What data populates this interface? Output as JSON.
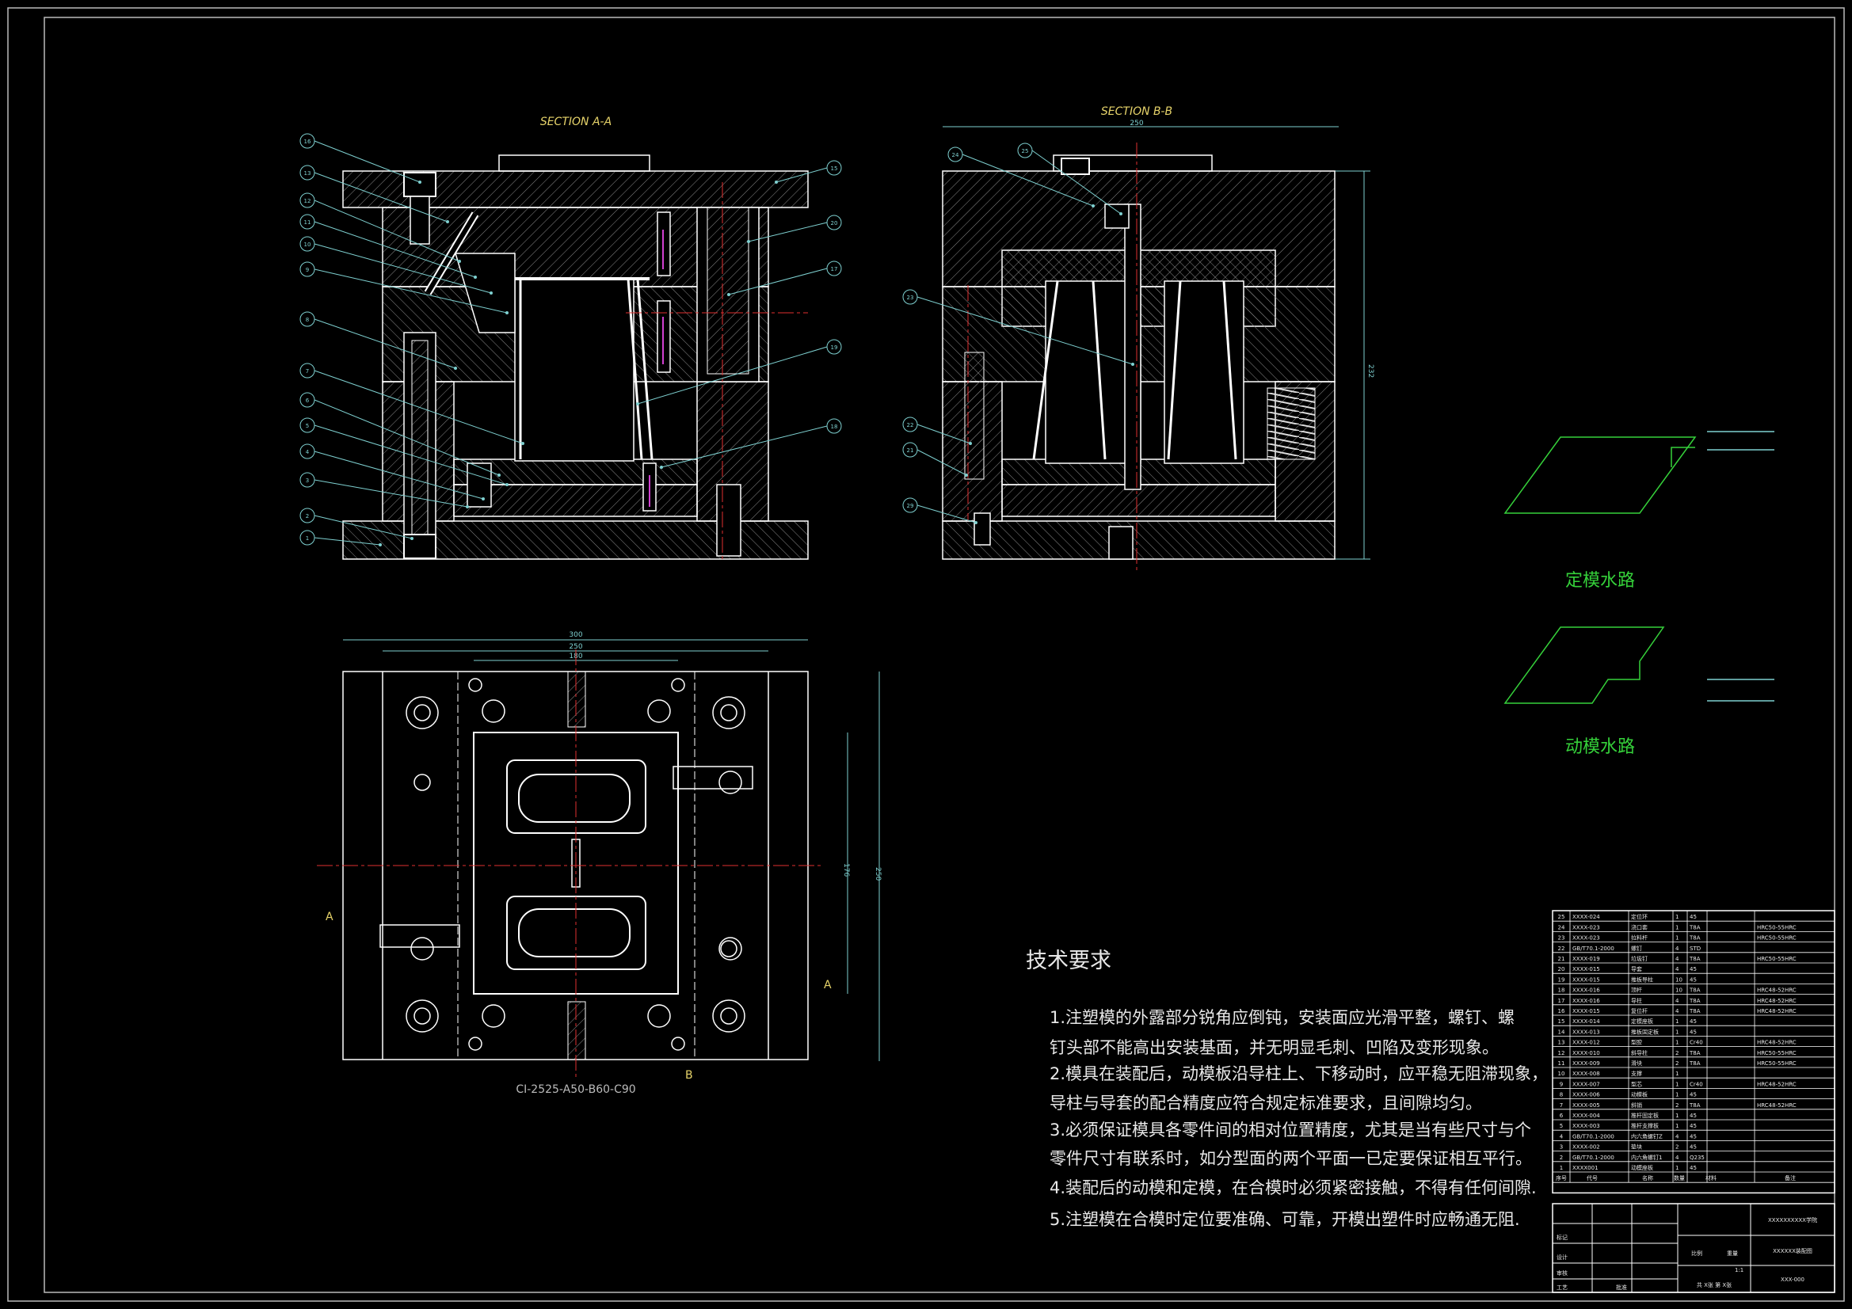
{
  "views": {
    "section_a": "SECTION A-A",
    "section_b": "SECTION B-B",
    "plan_code": "CI-2525-A50-B60-C90"
  },
  "dimensions": {
    "b_width": "250",
    "b_height": "232",
    "plan_width": "300",
    "plan_inner_width": "250",
    "plan_inner2": "180",
    "plan_height": "250",
    "plan_height2": "176"
  },
  "markers": {
    "a": "A",
    "b": "B"
  },
  "callouts_a": [
    "16",
    "13",
    "12",
    "11",
    "10",
    "9",
    "8",
    "7",
    "6",
    "5",
    "4",
    "3",
    "2",
    "1",
    "15",
    "20",
    "17",
    "19",
    "18"
  ],
  "callouts_b": [
    "24",
    "25",
    "23",
    "22",
    "21",
    "29"
  ],
  "water": {
    "fixed": "定模水路",
    "moving": "动模水路"
  },
  "tech": {
    "title": "技术要求",
    "lines": [
      "1.注塑模的外露部分锐角应倒钝，安装面应光滑平整，螺钉、螺",
      "   钉头部不能高出安装基面，并无明显毛刺、凹陷及变形现象。",
      "2.模具在装配后，动模板沿导柱上、下移动时，应平稳无阻滞现象，",
      "   导柱与导套的配合精度应符合规定标准要求，且间隙均匀。",
      "3.必须保证模具各零件间的相对位置精度，尤其是当有些尺寸与个",
      "   零件尺寸有联系时，如分型面的两个平面一已定要保证相互平行。",
      "4.装配后的动模和定模，在合模时必须紧密接触，不得有任何间隙.",
      "5.注塑模在合模时定位要准确、可靠，开模出塑件时应畅通无阻."
    ]
  },
  "bom": [
    [
      "25",
      "XXXX-024",
      "定位环",
      "1",
      "45",
      ""
    ],
    [
      "24",
      "XXXX-023",
      "浇口套",
      "1",
      "T8A",
      "HRC50-55HRC"
    ],
    [
      "23",
      "XXXX-023",
      "拉料杆",
      "1",
      "T8A",
      "HRC50-55HRC"
    ],
    [
      "22",
      "GB/T70.1-2000",
      "螺钉",
      "4",
      "STD",
      ""
    ],
    [
      "21",
      "XXXX-019",
      "垃圾钉",
      "4",
      "T8A",
      "HRC50-55HRC"
    ],
    [
      "20",
      "XXXX-015",
      "导套",
      "4",
      "45",
      ""
    ],
    [
      "19",
      "XXXX-015",
      "推板导柱",
      "10",
      "45",
      ""
    ],
    [
      "18",
      "XXXX-016",
      "顶杆",
      "10",
      "T8A",
      "HRC48-52HRC"
    ],
    [
      "17",
      "XXXX-016",
      "导柱",
      "4",
      "T8A",
      "HRC48-52HRC"
    ],
    [
      "16",
      "XXXX-015",
      "复位杆",
      "4",
      "T8A",
      "HRC48-52HRC"
    ],
    [
      "15",
      "XXXX-014",
      "定模座板",
      "1",
      "45",
      ""
    ],
    [
      "14",
      "XXXX-013",
      "推板固定板",
      "1",
      "45",
      ""
    ],
    [
      "13",
      "XXXX-012",
      "型腔",
      "1",
      "Cr40",
      "HRC48-52HRC"
    ],
    [
      "12",
      "XXXX-010",
      "斜导柱",
      "2",
      "T8A",
      "HRC50-55HRC"
    ],
    [
      "11",
      "XXXX-009",
      "滑块",
      "2",
      "T8A",
      "HRC50-55HRC"
    ],
    [
      "10",
      "XXXX-008",
      "支撑",
      "1",
      "",
      ""
    ],
    [
      "9",
      "XXXX-007",
      "型芯",
      "1",
      "Cr40",
      "HRC48-52HRC"
    ],
    [
      "8",
      "XXXX-006",
      "动模板",
      "1",
      "45",
      ""
    ],
    [
      "7",
      "XXXX-005",
      "斜销",
      "2",
      "T8A",
      "HRC48-52HRC"
    ],
    [
      "6",
      "XXXX-004",
      "推杆固定板",
      "1",
      "45",
      ""
    ],
    [
      "5",
      "XXXX-003",
      "推杆支撑板",
      "1",
      "45",
      ""
    ],
    [
      "4",
      "GB/T70.1-2000",
      "内六角螺钉Z",
      "4",
      "45",
      ""
    ],
    [
      "3",
      "XXXX-002",
      "垫块",
      "2",
      "45",
      ""
    ],
    [
      "2",
      "GB/T70.1-2000",
      "内六角螺钉1",
      "4",
      "Q235",
      ""
    ],
    [
      "1",
      "XXXX001",
      "动模座板",
      "1",
      "45",
      ""
    ]
  ],
  "bom_header": [
    "序号",
    "代号",
    "名称",
    "数量",
    "材料",
    "备注"
  ],
  "titleblock": {
    "company": "XXXXXXXXXX学院",
    "drawing": "XXXXXX装配图",
    "code": "XXX-000",
    "sheet": "共 X张  第 X张",
    "scale": "比例",
    "weight": "重量",
    "mark": "标记",
    "design": "设计",
    "audit": "审核",
    "process": "工艺",
    "approve": "批准",
    "ratio": "1:1"
  },
  "colors": {
    "background": "#000000",
    "line": "#ffffff",
    "hatch": "#9a9a9a",
    "center": "#e03030",
    "dimension": "#7ed0d0",
    "green": "#35d13a",
    "title": "#e6d36a"
  }
}
